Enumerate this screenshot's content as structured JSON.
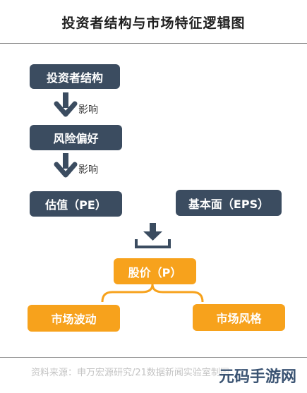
{
  "title": "投资者结构与市场特征逻辑图",
  "nodes": {
    "investor_structure": "投资者结构",
    "risk_preference": "风险偏好",
    "valuation_pe": "估值（PE）",
    "fundamentals_eps": "基本面（EPS）",
    "stock_price_p": "股价（P）",
    "market_volatility": "市场波动",
    "market_style": "市场风格"
  },
  "edge_labels": {
    "impact_1": "影响",
    "impact_2": "影响"
  },
  "source": "资料来源：申万宏源研究/21数据新闻实验室制图",
  "watermark": "元码手游网",
  "colors": {
    "dark_box": "#3b4c60",
    "orange_box": "#f7a21c",
    "arrow": "#3b4c60"
  }
}
